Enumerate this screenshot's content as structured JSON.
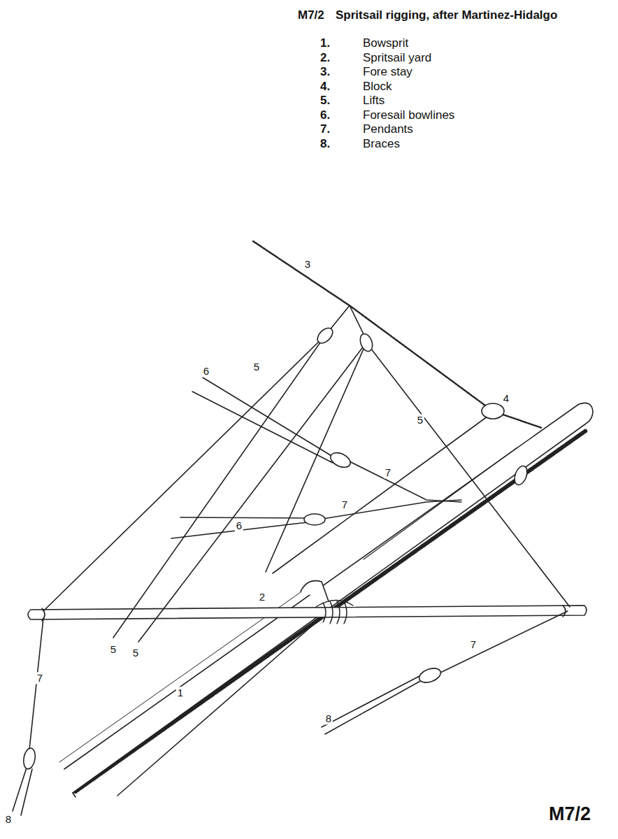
{
  "diagram": {
    "title": "Spritsail rigging, after Martinez-Hidalgo",
    "labels": [
      "M7/2",
      "1.",
      "2.",
      "3.",
      "4.",
      "5.",
      "6.",
      "7.",
      "8.",
      "Bowsprit",
      "Spritsail yard",
      "Fore stay",
      "Block",
      "Lifts",
      "Foresail bowlines",
      "Pendants",
      "Braces",
      "3",
      "5",
      "6",
      "4",
      "5",
      "7",
      "7",
      "6",
      "2",
      "5",
      "5",
      "1",
      "7",
      "7",
      "8",
      "8",
      "M7/2"
    ]
  }
}
